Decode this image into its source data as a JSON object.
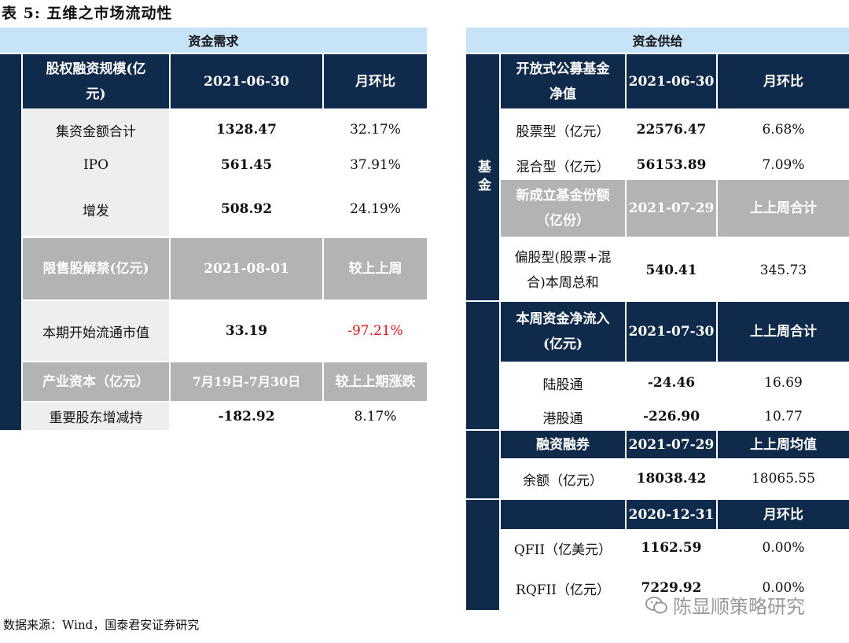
{
  "title": "表 5:  五维之市场流动性",
  "left": {
    "header": "资金需求",
    "equity_header": {
      "label": "股权融资规模(亿元)",
      "date": "2021-06-30",
      "change": "月环比"
    },
    "equity_rows": [
      {
        "name": "集资金额合计",
        "value": "1328.47",
        "change": "32.17%"
      },
      {
        "name": "IPO",
        "value": "561.45",
        "change": "37.91%"
      },
      {
        "name": "增发",
        "value": "508.92",
        "change": "24.19%"
      }
    ],
    "unlock_header": {
      "label": "限售股解禁(亿元)",
      "date": "2021-08-01",
      "change": "较上上周"
    },
    "unlock_row": {
      "name": "本期开始流通市值",
      "value": "33.19",
      "change": "-97.21%"
    },
    "industry_header": {
      "label": "产业资本（亿元）",
      "date": "7月19日-7月30日",
      "change": "较上上期涨跌"
    },
    "industry_row": {
      "name": "重要股东增减持",
      "value": "-182.92",
      "change": "8.17%"
    }
  },
  "right": {
    "header": "资金供给",
    "fund_side": "基金",
    "fund_header": {
      "label": "开放式公募基金净值",
      "date": "2021-06-30",
      "change": "月环比"
    },
    "fund_rows": [
      {
        "name": "股票型（亿元）",
        "value": "22576.47",
        "change": "6.68%"
      },
      {
        "name": "混合型（亿元）",
        "value": "56153.89",
        "change": "7.09%"
      }
    ],
    "newfund_header": {
      "label": "新成立基金份额（亿份）",
      "date": "2021-07-29",
      "change": "上上周合计"
    },
    "newfund_row": {
      "name": "偏股型(股票+混合)本周总和",
      "value": "540.41",
      "change": "345.73"
    },
    "flow_header": {
      "label": "本周资金净流入(亿元)",
      "date": "2021-07-30",
      "change": "上上周合计"
    },
    "flow_rows": [
      {
        "name": "陆股通",
        "value": "-24.46",
        "change": "16.69"
      },
      {
        "name": "港股通",
        "value": "-226.90",
        "change": "10.77"
      }
    ],
    "margin_header": {
      "label": "融资融券",
      "date": "2021-07-29",
      "change": "上上周均值"
    },
    "margin_row": {
      "name": "余额（亿元）",
      "value": "18038.42",
      "change": "18065.55"
    },
    "qfii_header": {
      "label": "",
      "date": "2020-12-31",
      "change": "月环比"
    },
    "qfii_rows": [
      {
        "name": "QFII（亿美元）",
        "value": "1162.59",
        "change": "0.00%"
      },
      {
        "name": "RQFII（亿元）",
        "value": "7229.92",
        "change": "0.00%"
      }
    ]
  },
  "source": "数据来源：Wind，国泰君安证券研究",
  "watermark": "陈显顺策略研究",
  "colors": {
    "navy": "#0f2a4a",
    "light_blue": "#c7e3f7",
    "gray": "#b3b3b3",
    "red": "#e0141e"
  }
}
